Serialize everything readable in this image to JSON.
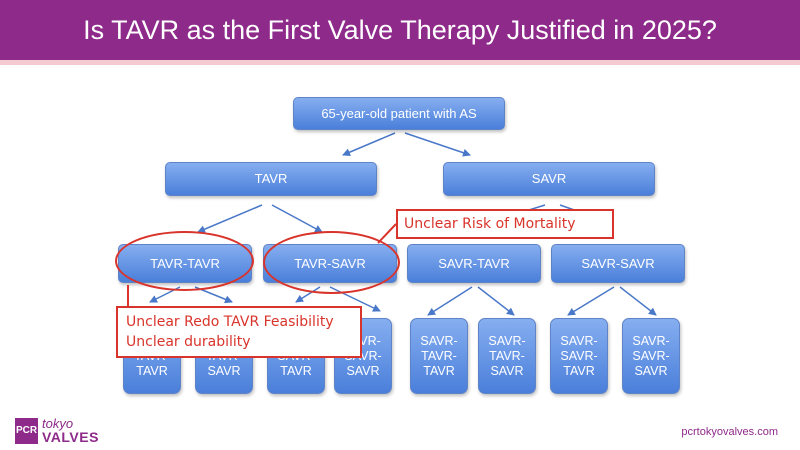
{
  "header": {
    "title": "Is TAVR as the First Valve Therapy Justified in 2025?"
  },
  "tree": {
    "root": "65-year-old patient with AS",
    "level1": [
      "TAVR",
      "SAVR"
    ],
    "level2": [
      "TAVR-TAVR",
      "TAVR-SAVR",
      "SAVR-TAVR",
      "SAVR-SAVR"
    ],
    "level3": [
      "TAVR-\nTAVR-\nTAVR",
      "TAVR-\nTAVR-\nSAVR",
      "TAVR-\nSAVR-\nTAVR",
      "TAVR-\nSAVR-\nSAVR",
      "SAVR-\nTAVR-\nTAVR",
      "SAVR-\nTAVR-\nSAVR",
      "SAVR-\nSAVR-\nTAVR",
      "SAVR-\nSAVR-\nSAVR"
    ]
  },
  "callouts": {
    "mortality": "Unclear Risk of Mortality",
    "redo_line1": "Unclear Redo TAVR Feasibility",
    "redo_line2": "Unclear durability"
  },
  "footer": {
    "logo_pcr": "PCR",
    "logo_tokyo": "tokyo",
    "logo_valves": "VALVES",
    "site": "pcrtokyovalves.com"
  },
  "colors": {
    "header": "#8e2a8a",
    "box_top": "#86aef0",
    "box_bottom": "#4a7fda",
    "highlight_red": "#d9342b"
  }
}
